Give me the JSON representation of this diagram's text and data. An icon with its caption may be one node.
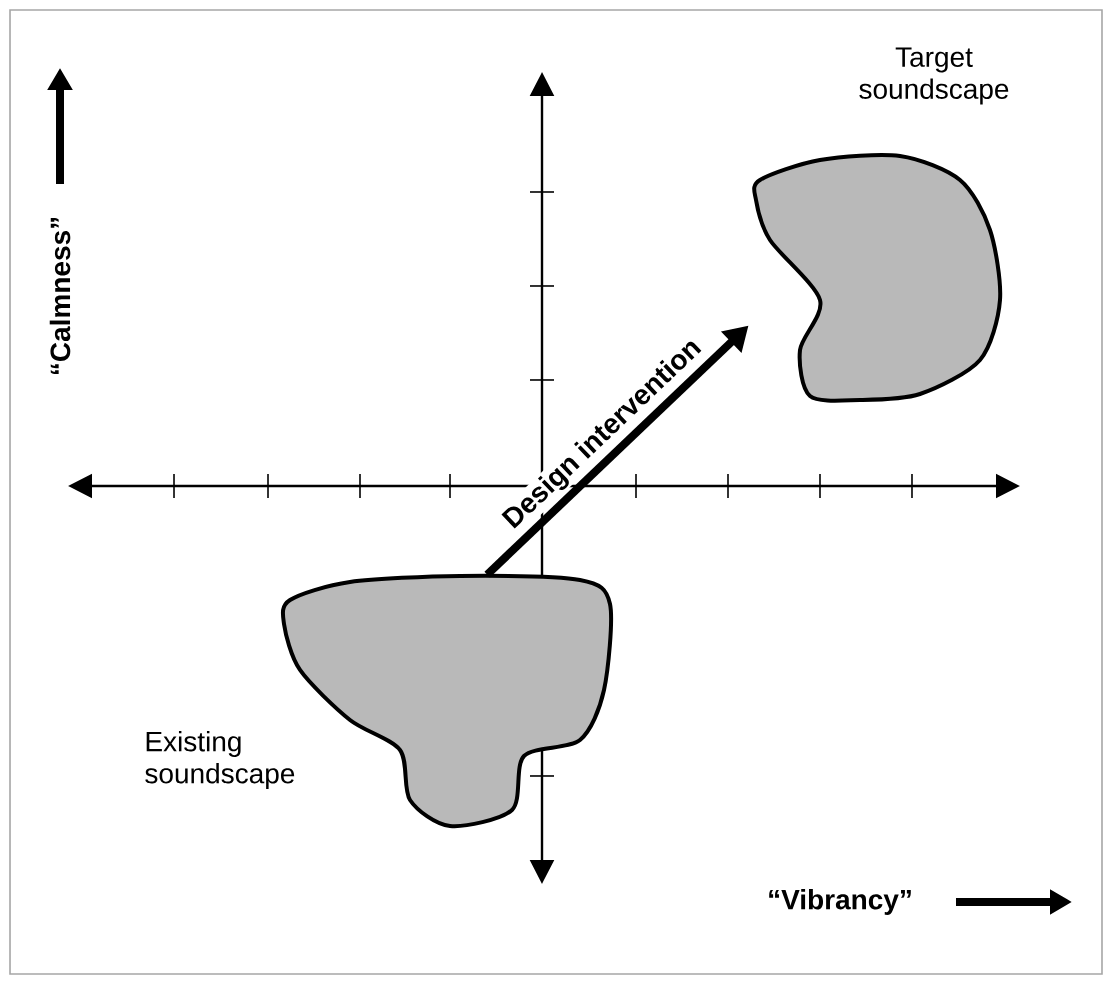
{
  "diagram": {
    "nodes": [
      {
        "text": [
          "Existing soundscape"
        ]
      },
      {
        "text": [
          "Target soundscape"
        ]
      }
    ],
    "edges": [
      {
        "from": 0,
        "to": 1,
        "arrow": "to",
        "label": "Design intervention"
      }
    ],
    "labels": [
      "“Calmness”",
      "“Vibrancy”"
    ]
  }
}
